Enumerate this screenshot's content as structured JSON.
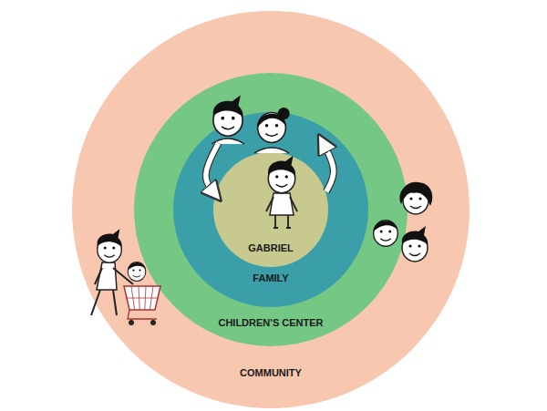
{
  "diagram": {
    "nodes": [
      {
        "text": [
          "COMMUNITY"
        ]
      },
      {
        "text": [
          "CHILDREN'S CENTER"
        ],
        "in": 0
      },
      {
        "text": [
          "FAMILY"
        ],
        "in": 1
      },
      {
        "text": [
          "GABRIEL"
        ],
        "in": 2
      }
    ],
    "edges": [
      {
        "from": 2,
        "to": 3,
        "arrow": "to"
      },
      {
        "from": 3,
        "to": 2,
        "arrow": "to"
      }
    ]
  }
}
